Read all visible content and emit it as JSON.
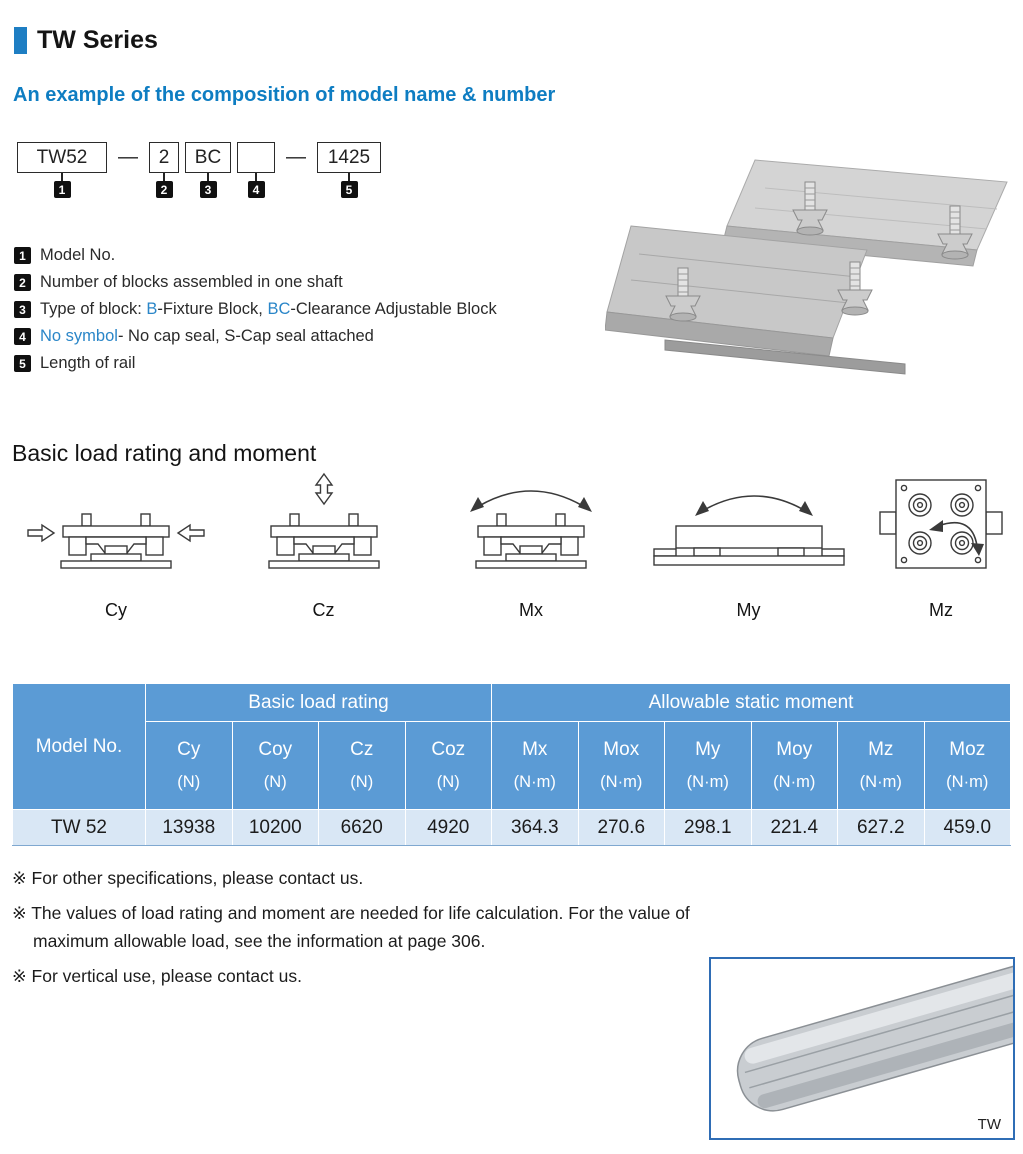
{
  "colors": {
    "accent_blue": "#1e7ec3",
    "heading_blue": "#0e7dc2",
    "table_header_blue": "#5b9bd5",
    "row_blue": "#d9e7f5"
  },
  "header": {
    "title": "TW Series"
  },
  "composition": {
    "heading": "An example of the composition of model name & number",
    "dash": "—",
    "boxes": [
      "TW52",
      "2",
      "BC",
      "",
      "1425"
    ],
    "markers": [
      "1",
      "2",
      "3",
      "4",
      "5"
    ],
    "legend": {
      "item1": "Model No.",
      "item2": "Number of blocks assembled in one shaft",
      "item3_prefix": "Type of block: ",
      "item3_b": "B",
      "item3_mid": "-Fixture Block, ",
      "item3_bc": "BC",
      "item3_suffix": "-Clearance Adjustable Block",
      "item4_accent": "No symbol",
      "item4_mid": "- No cap seal, ",
      "item4_s": "S",
      "item4_suffix": "-Cap seal attached",
      "item5": "Length of rail"
    }
  },
  "load_section": {
    "heading": "Basic load rating and moment",
    "diagram_labels": [
      "Cy",
      "Cz",
      "Mx",
      "My",
      "Mz"
    ]
  },
  "table": {
    "model_header": "Model No.",
    "group_basic": "Basic load rating",
    "group_moment": "Allowable static moment",
    "columns": [
      {
        "symbol": "Cy",
        "unit": "(N)"
      },
      {
        "symbol": "Coy",
        "unit": "(N)"
      },
      {
        "symbol": "Cz",
        "unit": "(N)"
      },
      {
        "symbol": "Coz",
        "unit": "(N)"
      },
      {
        "symbol": "Mx",
        "unit": "(N·m)"
      },
      {
        "symbol": "Mox",
        "unit": "(N·m)"
      },
      {
        "symbol": "My",
        "unit": "(N·m)"
      },
      {
        "symbol": "Moy",
        "unit": "(N·m)"
      },
      {
        "symbol": "Mz",
        "unit": "(N·m)"
      },
      {
        "symbol": "Moz",
        "unit": "(N·m)"
      }
    ],
    "row": {
      "model": "TW 52",
      "values": [
        "13938",
        "10200",
        "6620",
        "4920",
        "364.3",
        "270.6",
        "298.1",
        "221.4",
        "627.2",
        "459.0"
      ]
    }
  },
  "notes": [
    "※ For other specifications, please contact us.",
    "※ The values of load rating and moment are needed for life calculation. For the value of maximum allowable load, see the information at page 306.",
    "※ For vertical use, please contact us."
  ],
  "rail_box": {
    "label": "TW"
  }
}
